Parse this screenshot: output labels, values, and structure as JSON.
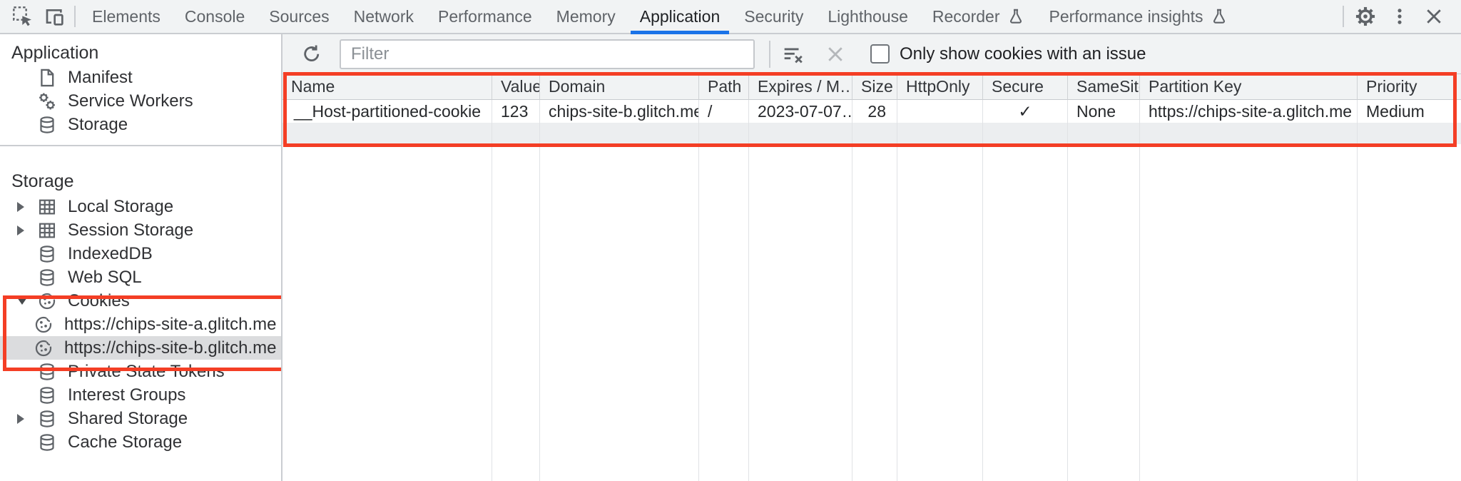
{
  "colors": {
    "accent_blue": "#1a73e8",
    "annotation_red": "#f43e25",
    "toolbar_bg": "#f1f3f4",
    "selected_item_bg": "#dbdcde"
  },
  "tabbar": {
    "tabs": [
      {
        "label": "Elements"
      },
      {
        "label": "Console"
      },
      {
        "label": "Sources"
      },
      {
        "label": "Network"
      },
      {
        "label": "Performance"
      },
      {
        "label": "Memory"
      },
      {
        "label": "Application",
        "active": true
      },
      {
        "label": "Security"
      },
      {
        "label": "Lighthouse"
      },
      {
        "label": "Recorder",
        "experimental": true
      },
      {
        "label": "Performance insights",
        "experimental": true
      }
    ]
  },
  "sidebar": {
    "application_section": {
      "title": "Application",
      "items": [
        {
          "label": "Manifest",
          "icon": "document-icon"
        },
        {
          "label": "Service Workers",
          "icon": "service-workers-icon"
        },
        {
          "label": "Storage",
          "icon": "database-icon"
        }
      ]
    },
    "storage_section": {
      "title": "Storage",
      "items": [
        {
          "label": "Local Storage",
          "icon": "table-icon",
          "disclosure": "collapsed"
        },
        {
          "label": "Session Storage",
          "icon": "table-icon",
          "disclosure": "collapsed"
        },
        {
          "label": "IndexedDB",
          "icon": "database-icon"
        },
        {
          "label": "Web SQL",
          "icon": "database-icon"
        },
        {
          "label": "Cookies",
          "icon": "cookie-icon",
          "disclosure": "expanded",
          "children": [
            {
              "label": "https://chips-site-a.glitch.me",
              "icon": "cookie-icon"
            },
            {
              "label": "https://chips-site-b.glitch.me",
              "icon": "cookie-icon",
              "selected": true
            }
          ]
        },
        {
          "label": "Private State Tokens",
          "icon": "database-icon"
        },
        {
          "label": "Interest Groups",
          "icon": "database-icon"
        },
        {
          "label": "Shared Storage",
          "icon": "database-icon",
          "disclosure": "collapsed"
        },
        {
          "label": "Cache Storage",
          "icon": "database-icon"
        }
      ]
    }
  },
  "cookies_toolbar": {
    "filter_placeholder": "Filter",
    "only_issue_label": "Only show cookies with an issue",
    "checkbox_checked": false
  },
  "cookies_table": {
    "columns": [
      "Name",
      "Value",
      "Domain",
      "Path",
      "Expires / M…",
      "Size",
      "HttpOnly",
      "Secure",
      "SameSite",
      "Partition Key",
      "Priority"
    ],
    "rows": [
      {
        "name": "__Host-partitioned-cookie",
        "value": "123",
        "domain": "chips-site-b.glitch.me",
        "path": "/",
        "expires": "2023-07-07…",
        "size": "28",
        "http_only": "",
        "secure": "✓",
        "same_site": "None",
        "partition_key": "https://chips-site-a.glitch.me",
        "priority": "Medium"
      }
    ]
  }
}
